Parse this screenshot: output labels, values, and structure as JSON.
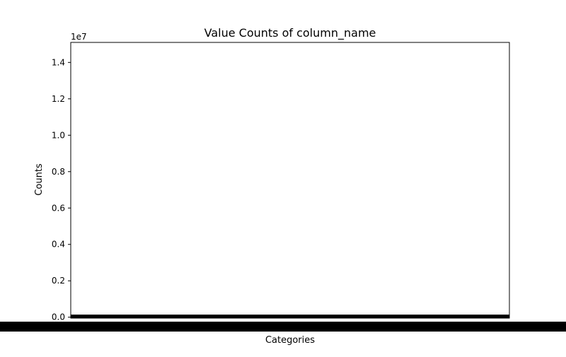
{
  "chart_data": {
    "type": "bar",
    "title": "Value Counts of column_name",
    "xlabel": "Categories",
    "ylabel": "Counts",
    "y_offset_label": "1e7",
    "ylim": [
      -0.005,
      1.51
    ],
    "yticks": [
      0.0,
      0.2,
      0.4,
      0.6,
      0.8,
      1.0,
      1.2,
      1.4
    ],
    "ytick_labels": [
      "0.0",
      "0.2",
      "0.4",
      "0.6",
      "0.8",
      "1.0",
      "1.2",
      "1.4"
    ],
    "categories": [],
    "values": [],
    "bar_color": "#000000",
    "grid": false,
    "legend": "none"
  }
}
